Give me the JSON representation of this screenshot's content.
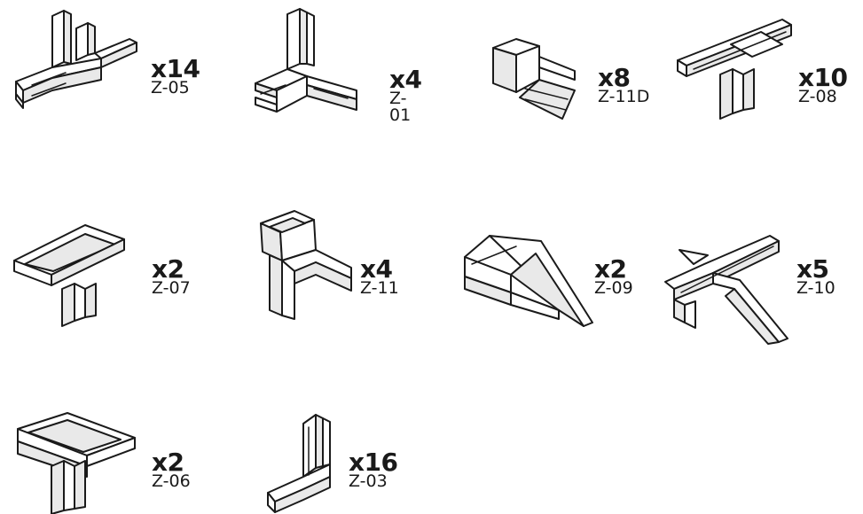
{
  "parts": [
    {
      "quantity": "x14",
      "code": "Z-05",
      "icon": "t-connector-icon"
    },
    {
      "quantity": "x4",
      "code": "Z-01",
      "icon": "three-way-corner-connector-icon"
    },
    {
      "quantity": "x8",
      "code": "Z-11D",
      "icon": "square-tube-elbow-connector-icon"
    },
    {
      "quantity": "x10",
      "code": "Z-08",
      "icon": "cross-t-connector-icon"
    },
    {
      "quantity": "x2",
      "code": "Z-07",
      "icon": "corner-t-connector-icon"
    },
    {
      "quantity": "x4",
      "code": "Z-11",
      "icon": "square-tube-t-connector-icon"
    },
    {
      "quantity": "x2",
      "code": "Z-09",
      "icon": "angled-corner-connector-icon"
    },
    {
      "quantity": "x5",
      "code": "Z-10",
      "icon": "angled-cross-connector-icon"
    },
    {
      "quantity": "x2",
      "code": "Z-06",
      "icon": "flat-corner-t-connector-icon"
    },
    {
      "quantity": "x16",
      "code": "Z-03",
      "icon": "l-connector-icon"
    }
  ]
}
